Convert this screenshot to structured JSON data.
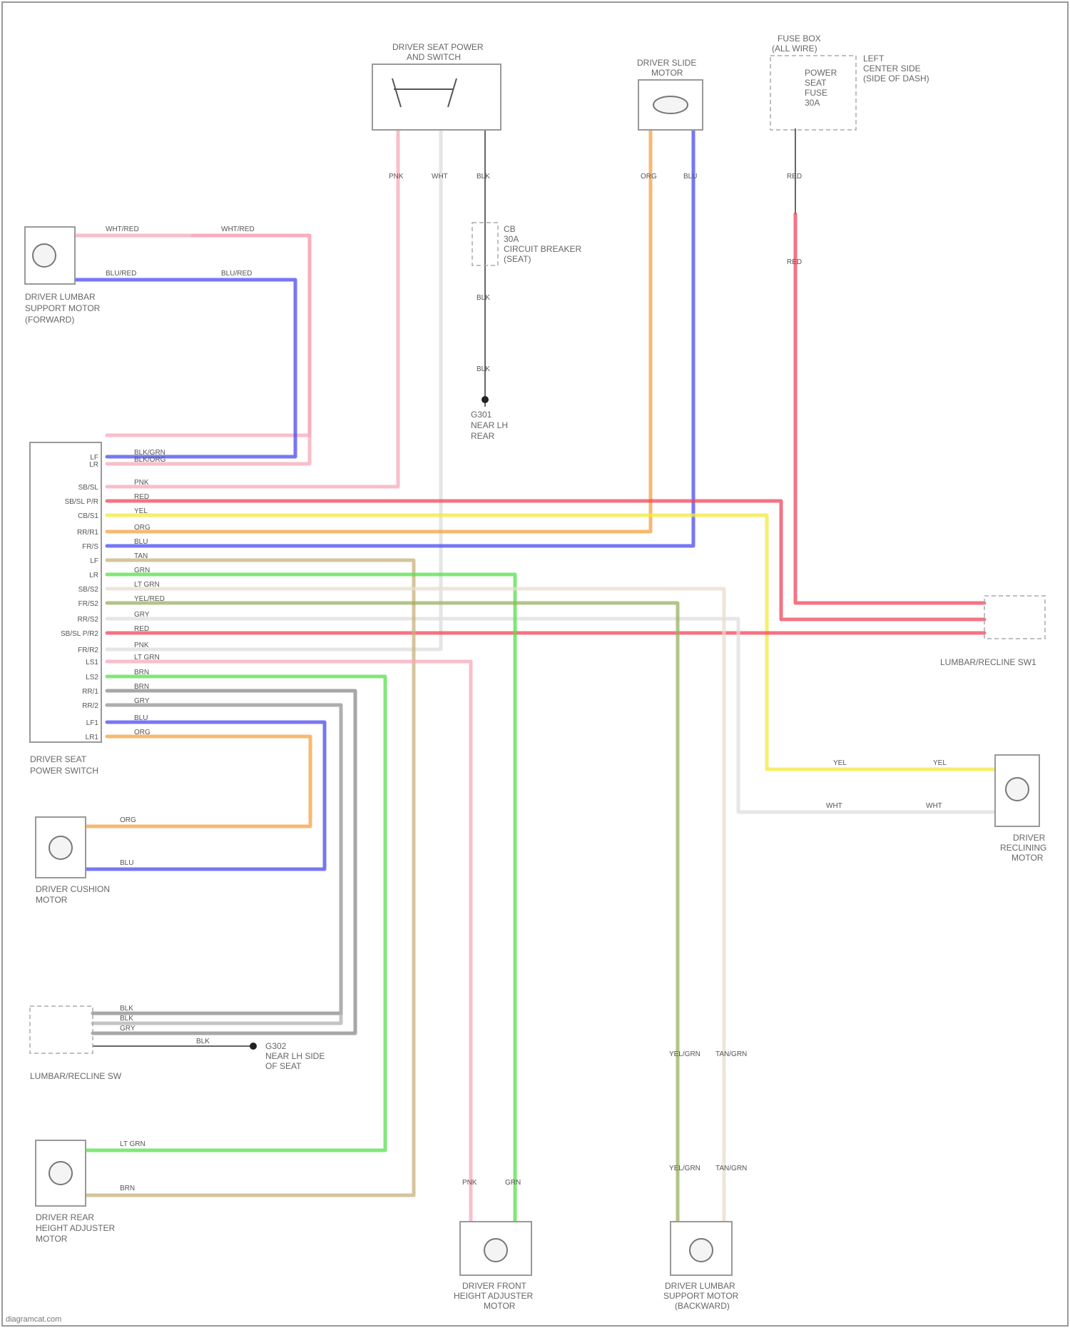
{
  "colors": {
    "pink": "#f7a8b8",
    "red": "#f0465a",
    "blue": "#4a4af0",
    "orange": "#f5a040",
    "yellow": "#f3e83a",
    "green": "#55e04a",
    "gray": "#9a9a9a",
    "tan": "#c8b07a",
    "olive": "#9ab060",
    "light": "#d8d8d8"
  },
  "components": {
    "lumbar_left": [
      "DRIVER LUMBAR",
      "SUPPORT MOTOR",
      "(FORWARD)"
    ],
    "tilt_switch": [
      "DRIVER SEAT POWER",
      "AND SWITCH"
    ],
    "slide_motor": [
      "DRIVER SLIDE",
      "MOTOR"
    ],
    "fuse_box": [
      "FUSE BOX",
      "(ALL WIRE)"
    ],
    "fuse_note": [
      "LEFT",
      "CENTER SIDE",
      "(SIDE OF DASH)"
    ],
    "fuse_items": [
      "POWER",
      "SEAT",
      "FUSE",
      "30A"
    ],
    "main_switch": [
      "DRIVER SEAT",
      "POWER SWITCH"
    ],
    "right_conn": "LUMBAR/RECLINE SW1",
    "recline_motor": [
      "DRIVER",
      "RECLINING",
      "MOTOR"
    ],
    "cushion_motor": [
      "DRIVER CUSHION",
      "MOTOR"
    ],
    "lumbar_switch": "LUMBAR/RECLINE SW",
    "rear_height_motor": [
      "DRIVER REAR",
      "HEIGHT ADJUSTER",
      "MOTOR"
    ],
    "front_height_motor": [
      "DRIVER FRONT",
      "HEIGHT ADJUSTER",
      "MOTOR"
    ],
    "lumbar_bottom": [
      "DRIVER LUMBAR",
      "SUPPORT MOTOR",
      "(BACKWARD)"
    ],
    "circuit_breaker": [
      "CB",
      "30A",
      "CIRCUIT BREAKER",
      "(SEAT)"
    ],
    "ground_1": [
      "G301",
      "NEAR LH",
      "REAR"
    ],
    "ground_2": [
      "G302",
      "NEAR LH SIDE",
      "OF SEAT"
    ]
  },
  "main_switch_pins": [
    "LF",
    "LR",
    "SB/SL",
    "SB/SL P/R",
    "CB/S1",
    "RR/R1",
    "FR/S",
    "LF",
    "LR",
    "SB/S2",
    "FR/S2",
    "RR/S2",
    "SB/SL P/R2",
    "FR/R2",
    "LS1",
    "LS2",
    "RR/1",
    "RR/2",
    "LF1",
    "LR1"
  ],
  "main_switch_wires": [
    "BLK/GRN",
    "BLK/ORG",
    "PNK",
    "RED",
    "YEL",
    "ORG",
    "BLU",
    "TAN",
    "GRN",
    "LT GRN",
    "YEL/RED",
    "GRY",
    "RED",
    "PNK",
    "LT GRN",
    "BRN",
    "BRN",
    "GRY",
    "BLU",
    "ORG"
  ],
  "wire_labels": {
    "ws_pink": "PNK",
    "ws_white": "WHT",
    "ws_gray": "BLK",
    "lumbar_top": "WHT/RED",
    "lumbar_top2": "WHT/RED",
    "lumbar_bot": "BLU/RED",
    "lumbar_bot2": "BLU/RED",
    "slide_a": "ORG",
    "slide_b": "BLU",
    "fuse_out": "RED",
    "fuse_out2": "RED",
    "cb_a": "BLK",
    "cb_b": "BLK",
    "cushion_a": "ORG",
    "cushion_b": "BLU",
    "rec_a": "YEL",
    "rec_b": "YEL",
    "rec_c": "WHT",
    "rec_d": "WHT",
    "rh_a": "LT GRN",
    "rh_b": "BRN",
    "fh_a": "PNK",
    "fh_b": "GRN",
    "lb_a": "YEL/GRN",
    "lb_b": "TAN/GRN",
    "lb_c": "YEL/GRN",
    "lb_d": "TAN/GRN",
    "lsw_a": "BLK",
    "lsw_b": "BLK",
    "lsw_c": "GRY",
    "lsw_d": "BLK"
  },
  "footer": "diagramcat.com"
}
